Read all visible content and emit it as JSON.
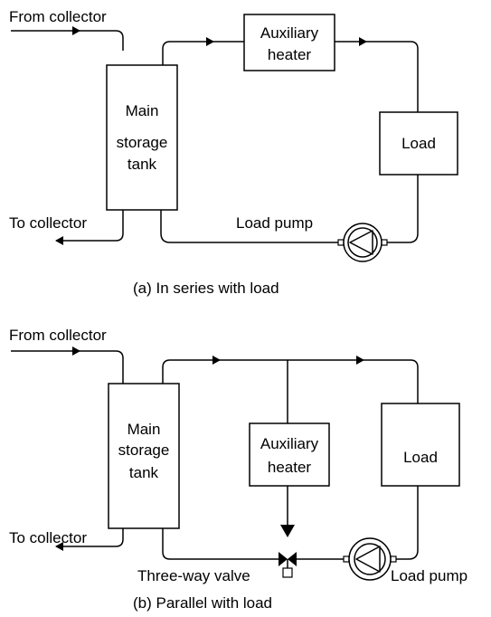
{
  "diagram_a": {
    "from_collector": "From collector",
    "to_collector": "To collector",
    "tank_label": [
      "Main",
      "storage",
      "tank"
    ],
    "aux_heater_label": [
      "Auxiliary",
      "heater"
    ],
    "load_label": "Load",
    "load_pump": "Load pump",
    "caption": "(a) In series with load"
  },
  "diagram_b": {
    "from_collector": "From collector",
    "to_collector": "To collector",
    "tank_label": [
      "Main",
      "storage",
      "tank"
    ],
    "aux_heater_label": [
      "Auxiliary",
      "heater"
    ],
    "load_label": "Load",
    "three_way_valve": "Three-way valve",
    "load_pump": "Load pump",
    "caption": "(b) Parallel with load"
  }
}
